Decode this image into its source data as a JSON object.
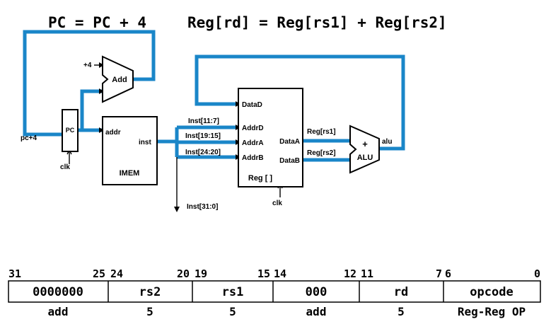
{
  "equation": {
    "pc_update": "PC = PC + 4",
    "reg_update": "Reg[rd] = Reg[rs1] + Reg[rs2]"
  },
  "datapath": {
    "pc_label": "PC",
    "pc_clk": "clk",
    "pc_plus4": "pc+4",
    "adder_const": "+4",
    "adder_label": "Add",
    "imem_label": "IMEM",
    "imem_addr": "addr",
    "imem_inst": "inst",
    "inst_field_rd": "Inst[11:7]",
    "inst_field_rs1": "Inst[19:15]",
    "inst_field_rs2": "Inst[24:20]",
    "inst_full": "Inst[31:0]",
    "reg_label": "Reg [ ]",
    "reg_dataD": "DataD",
    "reg_addrD": "AddrD",
    "reg_addrA": "AddrA",
    "reg_addrB": "AddrB",
    "reg_dataA": "DataA",
    "reg_dataB": "DataB",
    "reg_clk": "clk",
    "reg_rs1_out": "Reg[rs1]",
    "reg_rs2_out": "Reg[rs2]",
    "alu_plus": "+",
    "alu_label": "ALU",
    "alu_out": "alu"
  },
  "colors": {
    "wire_blue": "#1a86c8",
    "black": "#000000"
  },
  "encoding": {
    "bit_labels": [
      "31",
      "25",
      "24",
      "20",
      "19",
      "15",
      "14",
      "12",
      "11",
      "7",
      "6",
      "0"
    ],
    "fields": [
      "0000000",
      "rs2",
      "rs1",
      "000",
      "rd",
      "opcode"
    ],
    "captions": [
      "add",
      "5",
      "5",
      "add",
      "5",
      "Reg-Reg OP"
    ]
  }
}
